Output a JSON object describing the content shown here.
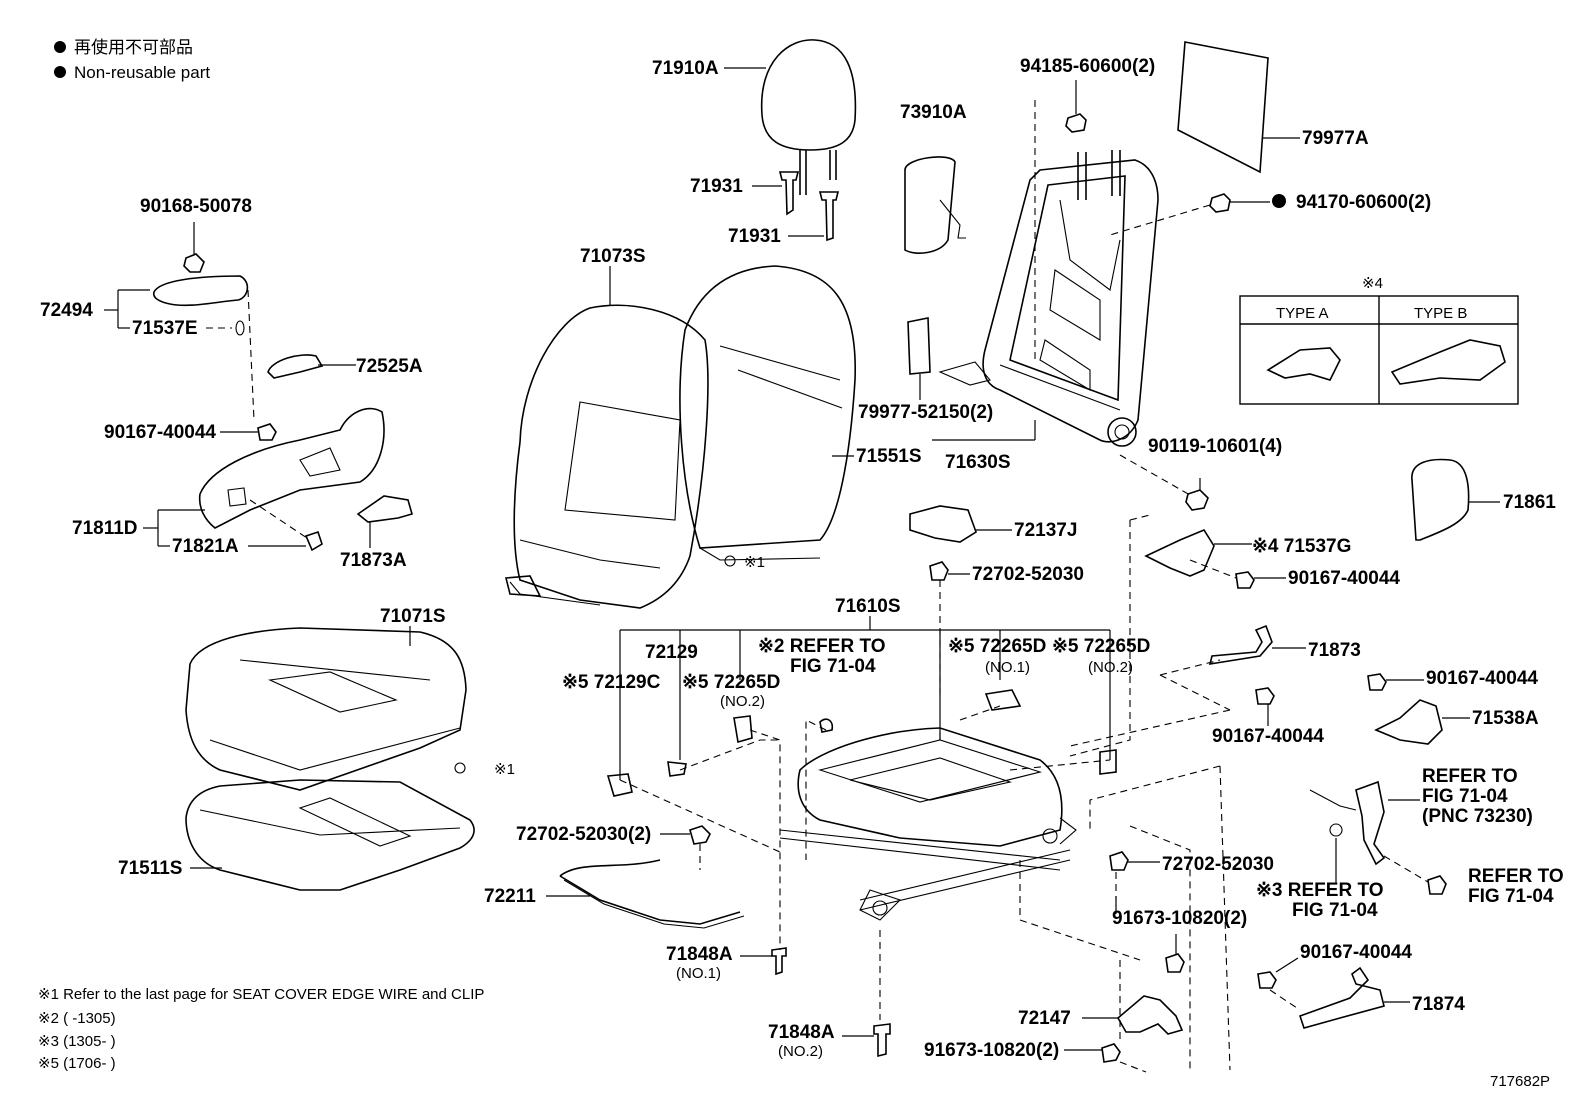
{
  "legend": {
    "line1": "再使用不可部品",
    "line2": "Non-reusable part"
  },
  "labels": {
    "p71910A": "71910A",
    "p71931a": "71931",
    "p71931b": "71931",
    "p73910A": "73910A",
    "p94185": "94185-60600(2)",
    "p79977A": "79977A",
    "p94170": "94170-60600(2)",
    "p90168": "90168-50078",
    "p72494": "72494",
    "p71537E": "71537E",
    "p72525A": "72525A",
    "p90167a": "90167-40044",
    "p71811D": "71811D",
    "p71821A": "71821A",
    "p71873A": "71873A",
    "p71073S": "71073S",
    "p71551S": "71551S",
    "p79977_52150": "79977-52150(2)",
    "p71630S": "71630S",
    "p90119": "90119-10601(4)",
    "p71861": "71861",
    "p72137J": "72137J",
    "p72702a": "72702-52030",
    "p71537G": "※4 71537G",
    "p90167b": "90167-40044",
    "p71610S": "71610S",
    "p72129": "72129",
    "p72129C": "※5 72129C",
    "p72265D_a": "※5 72265D",
    "p72265D_a_no": "(NO.2)",
    "p_ref1a": "※2 REFER TO",
    "p_ref1b": "FIG 71-04",
    "p72265D_b": "※5 72265D",
    "p72265D_b_no": "(NO.1)",
    "p72265D_c": "※5 72265D",
    "p72265D_c_no": "(NO.2)",
    "p71873": "71873",
    "p90167c": "90167-40044",
    "p90167d": "90167-40044",
    "p71538A": "71538A",
    "p71071S": "71071S",
    "p71511S": "71511S",
    "p72702b": "72702-52030(2)",
    "p72211": "72211",
    "p71848A_1": "71848A",
    "p71848A_1no": "(NO.1)",
    "p71848A_2": "71848A",
    "p71848A_2no": "(NO.2)",
    "p72702c": "72702-52030",
    "p91673a": "91673-10820(2)",
    "p72147": "72147",
    "p91673b": "91673-10820(2)",
    "p_ref2a": "REFER TO",
    "p_ref2b": "FIG 71-04",
    "p_ref2c": "(PNC 73230)",
    "p_ref3a": "※3 REFER TO",
    "p_ref3b": "FIG 71-04",
    "p_ref4a": "REFER TO",
    "p_ref4b": "FIG 71-04",
    "p90167e": "90167-40044",
    "p71874": "71874",
    "x1a": "※1",
    "x1b": "※1",
    "types_title": "※4",
    "type_a": "TYPE A",
    "type_b": "TYPE B"
  },
  "notes": {
    "n1": "※1  Refer to the last page for SEAT COVER EDGE WIRE and CLIP",
    "n2": "※2 (      -1305)",
    "n3": "※3 (1305-      )",
    "n5": "※5 (1706-      )"
  },
  "figure_id": "717682P"
}
